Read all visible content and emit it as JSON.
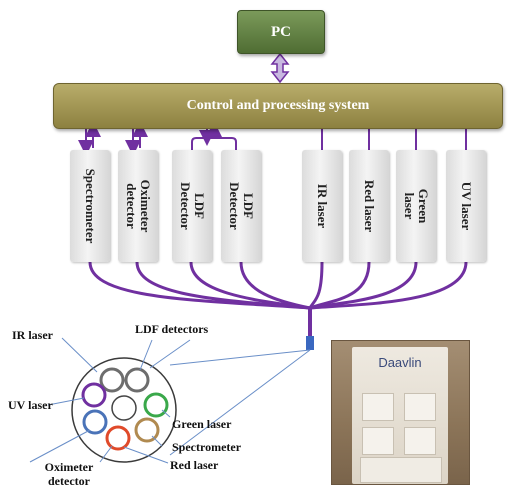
{
  "top": {
    "pc": "PC",
    "control_system": "Control and processing system"
  },
  "devices": [
    {
      "id": "spectrometer",
      "label": "Spectrometer"
    },
    {
      "id": "oximeter",
      "label": "Oximeter detector"
    },
    {
      "id": "ldf1",
      "label": "LDF Detector"
    },
    {
      "id": "ldf2",
      "label": "LDF Detector"
    },
    {
      "id": "ir",
      "label": "IR laser"
    },
    {
      "id": "red",
      "label": "Red laser"
    },
    {
      "id": "green",
      "label": "Green laser"
    },
    {
      "id": "uv",
      "label": "UV laser"
    }
  ],
  "probe_labels": {
    "ir_laser": "IR laser",
    "ldf_detectors": "LDF detectors",
    "uv_laser": "UV laser",
    "green_laser": "Green laser",
    "spectrometer": "Spectrometer",
    "red_laser": "Red laser",
    "oximeter_detector": "Oximeter detector"
  },
  "photo": {
    "brand": "Daavlin"
  },
  "colors": {
    "arrow": "#7030a0",
    "pc": "#5e7d3e",
    "control": "#a59a56",
    "fiber_ir": "#7030a0",
    "fiber_green": "#3aa84a",
    "fiber_red": "#e04a2a",
    "fiber_blue": "#4a73b8",
    "fiber_gray": "#6d6d6d",
    "fiber_brown": "#b08a50"
  }
}
